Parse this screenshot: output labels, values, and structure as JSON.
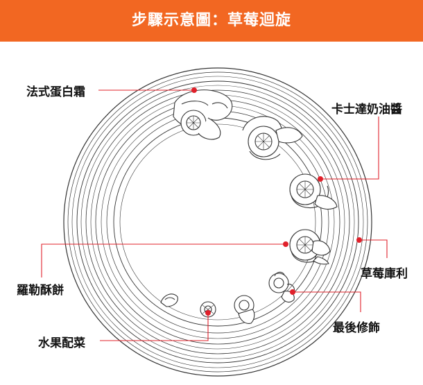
{
  "header": {
    "title": "步驟示意圖：草莓迴旋"
  },
  "colors": {
    "header_bg": "#f26722",
    "leader": "#e0202a",
    "line_art": "#333333"
  },
  "diagram": {
    "labels": {
      "french_meringue": "法式蛋白霜",
      "custard_cream": "卡士達奶油醬",
      "strawberry_coulis": "草莓庫利",
      "rolled_biscuit": "羅勒酥餅",
      "final_garnish": "最後修飾",
      "fruit_pairing": "水果配菜"
    }
  }
}
